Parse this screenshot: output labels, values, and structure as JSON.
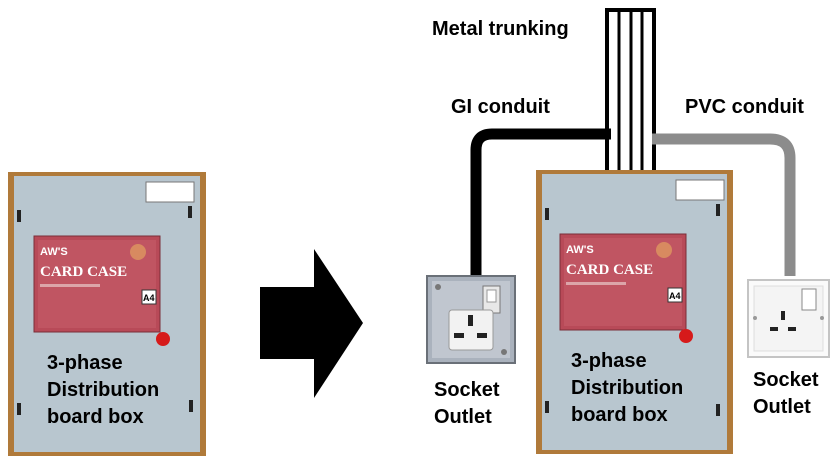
{
  "left_board": {
    "text_lines": [
      "3-phase",
      "Distribution",
      "board box"
    ],
    "card_logo": "AW'S",
    "card_title": "CARD CASE",
    "card_size": "A4"
  },
  "right_board": {
    "text_lines": [
      "3-phase",
      "Distribution",
      "board box"
    ],
    "card_logo": "AW'S",
    "card_title": "CARD CASE",
    "card_size": "A4"
  },
  "labels": {
    "metal_trunking": "Metal trunking",
    "gi_conduit": "GI conduit",
    "pvc_conduit": "PVC conduit",
    "socket_left": [
      "Socket",
      "Outlet"
    ],
    "socket_right": [
      "Socket",
      "Outlet"
    ]
  },
  "colors": {
    "board_frame": "#b07a3a",
    "board_face": "#b8c6cf",
    "gi_conduit": "#000000",
    "pvc_conduit": "#8c8c8c",
    "metal_trunking": "#ffffff",
    "card_case": "#b84a58",
    "indicator": "#d61a1a"
  }
}
